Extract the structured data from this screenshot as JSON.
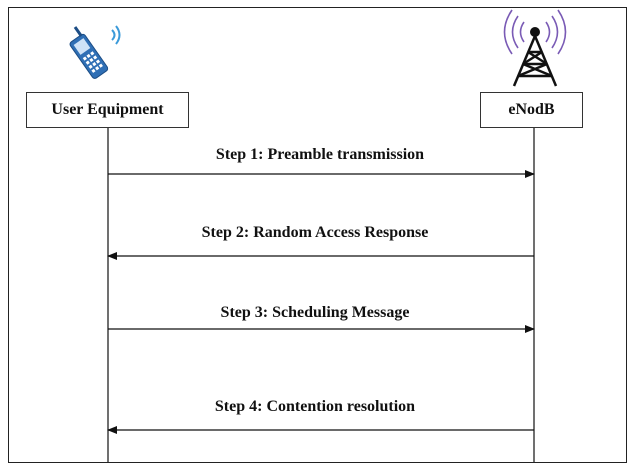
{
  "participants": {
    "user_equipment": {
      "label": "User Equipment",
      "icon": "mobile-phone-icon"
    },
    "enodeb": {
      "label": "eNodB",
      "icon": "radio-tower-icon"
    }
  },
  "messages": [
    {
      "label": "Step 1: Preamble transmission",
      "direction": "to-enodeb"
    },
    {
      "label": "Step 2: Random Access Response",
      "direction": "to-user-equipment"
    },
    {
      "label": "Step 3: Scheduling Message",
      "direction": "to-enodeb"
    },
    {
      "label": "Step 4: Contention resolution",
      "direction": "to-user-equipment"
    }
  ],
  "colors": {
    "phone_blue": "#2f6fb5",
    "line": "#111111"
  }
}
